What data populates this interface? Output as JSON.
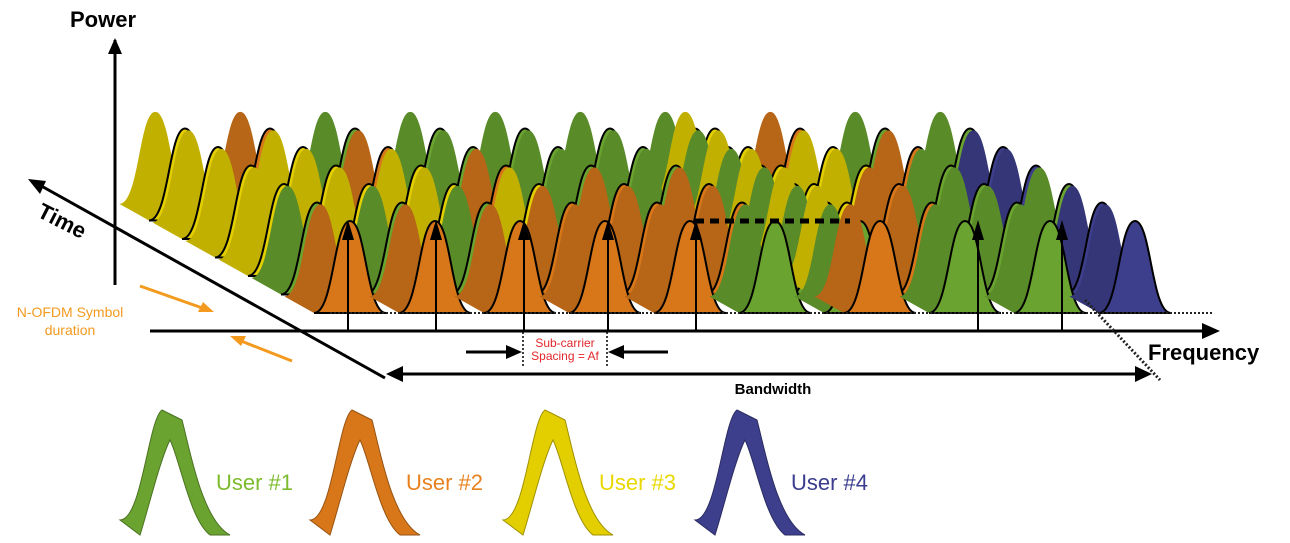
{
  "axes": {
    "power_label": "Power",
    "time_label": "Time",
    "frequency_label": "Frequency"
  },
  "annotations": {
    "symbol_duration_line1": "N-OFDM Symbol",
    "symbol_duration_line2": "duration",
    "subcarrier_line1": "Sub-carrier",
    "subcarrier_line2": "Spacing = Af",
    "bandwidth": "Bandwidth"
  },
  "legend": [
    {
      "label": "User #1",
      "color": "#6aa330",
      "text_color": "#7dbb2e"
    },
    {
      "label": "User #2",
      "color": "#d7771a",
      "text_color": "#e8821e"
    },
    {
      "label": "User #3",
      "color": "#e3cf00",
      "text_color": "#e9d800"
    },
    {
      "label": "User #4",
      "color": "#3d3f8c",
      "text_color": "#3b3d8e"
    }
  ],
  "colors": {
    "user1": "#6aa330",
    "user2": "#d7771a",
    "user3": "#e3cf00",
    "user4": "#3d3f8c",
    "annotation_orange": "#f39a1e",
    "annotation_red": "#e3262b"
  },
  "rows": [
    [
      "user3",
      "user2",
      "user1",
      "user1",
      "user1",
      "user1",
      "user1",
      "user3",
      "user2",
      "user1",
      "user1"
    ],
    [
      "user3",
      "user3",
      "user2",
      "user1",
      "user1",
      "user1",
      "user1",
      "user3",
      "user3",
      "user2",
      "user4"
    ],
    [
      "user3",
      "user3",
      "user3",
      "user2",
      "user1",
      "user1",
      "user1",
      "user3",
      "user3",
      "user1",
      "user4"
    ],
    [
      "user3",
      "user3",
      "user3",
      "user3",
      "user2",
      "user2",
      "user1",
      "user3",
      "user2",
      "user1",
      "user1"
    ],
    [
      "user1",
      "user1",
      "user1",
      "user2",
      "user2",
      "user2",
      "user1",
      "user3",
      "user2",
      "user1",
      "user4"
    ],
    [
      "user2",
      "user2",
      "user2",
      "user2",
      "user2",
      "user1",
      "user1",
      "user2",
      "user1",
      "user1",
      "user4"
    ]
  ]
}
